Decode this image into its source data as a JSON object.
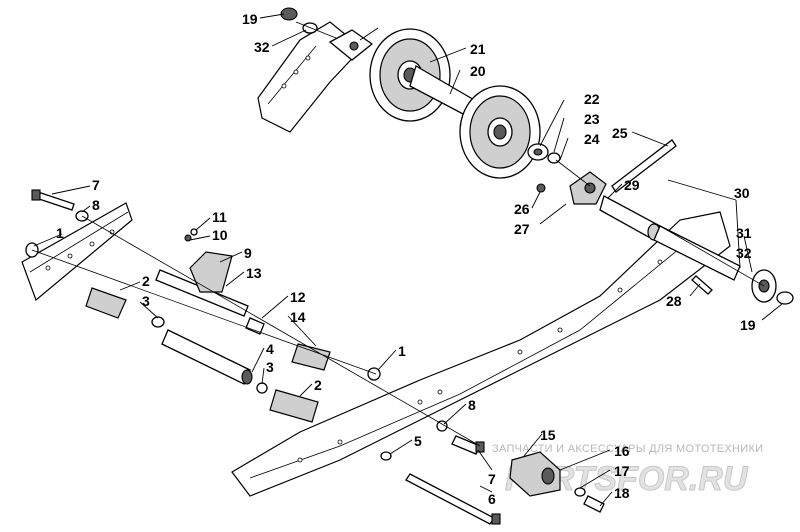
{
  "callouts": {
    "c1a": "1",
    "c1b": "1",
    "c2a": "2",
    "c2b": "2",
    "c3a": "3",
    "c3b": "3",
    "c4": "4",
    "c5": "5",
    "c6": "6",
    "c7a": "7",
    "c7b": "7",
    "c8a": "8",
    "c8b": "8",
    "c9": "9",
    "c10": "10",
    "c11": "11",
    "c12": "12",
    "c13": "13",
    "c14": "14",
    "c15": "15",
    "c16": "16",
    "c17": "17",
    "c18": "18",
    "c19a": "19",
    "c19b": "19",
    "c20": "20",
    "c21": "21",
    "c22": "22",
    "c23": "23",
    "c24": "24",
    "c25": "25",
    "c26": "26",
    "c27": "27",
    "c28": "28",
    "c29": "29",
    "c30": "30",
    "c31": "31",
    "c32a": "32",
    "c32b": "32"
  },
  "watermark": {
    "tagline": "ЗАПЧАСТИ И АКСЕССУАРЫ ДЛЯ МОТОТЕХНИКИ",
    "logo": "PARTSFOR.RU"
  }
}
